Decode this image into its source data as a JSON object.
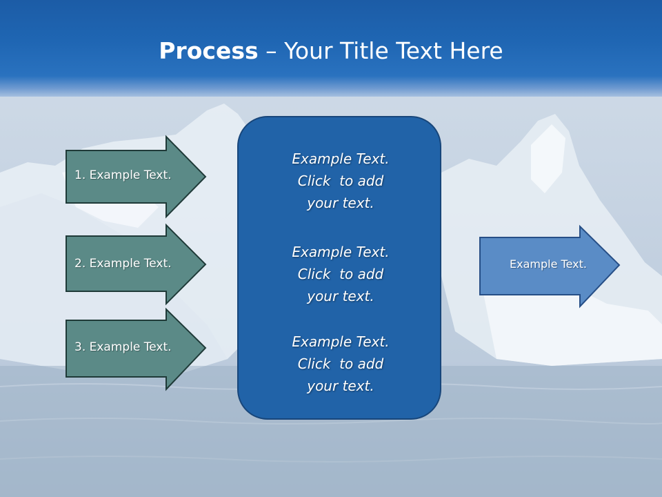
{
  "title": {
    "bold": "Process",
    "rest": " – Your Title Text Here"
  },
  "left_arrows": [
    {
      "label": "1. Example Text."
    },
    {
      "label": "2. Example Text."
    },
    {
      "label": "3. Example Text."
    }
  ],
  "center_box": {
    "blocks": [
      {
        "line1": "Example Text.",
        "line2": "Click  to add",
        "line3": "your text."
      },
      {
        "line1": "Example Text.",
        "line2": "Click  to add",
        "line3": "your text."
      },
      {
        "line1": "Example Text.",
        "line2": "Click  to add",
        "line3": "your text."
      }
    ]
  },
  "right_arrow": {
    "label": "Example Text."
  },
  "colors": {
    "left_arrow_fill": "#5b8a87",
    "left_arrow_stroke": "#1f3a38",
    "center_box_fill": "#2163a8",
    "right_arrow_fill": "#5a8cc6",
    "right_arrow_stroke": "#264e86",
    "title_band": "#1f66b3"
  }
}
